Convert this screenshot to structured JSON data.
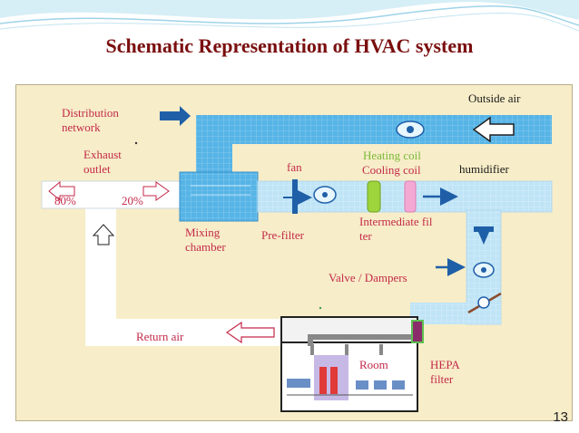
{
  "title": "Schematic Representation of HVAC system",
  "labels": {
    "outside_air": "Outside air",
    "distribution_network": "Distribution network",
    "exhaust_outlet": "Exhaust outlet",
    "fan": "fan",
    "heating_coil": "Heating coil",
    "cooling_coil": "Cooling coil",
    "humidifier": "humidifier",
    "pct_80": "80%",
    "pct_20": "20%",
    "mixing_chamber": "Mixing chamber",
    "pre_filter": "Pre-filter",
    "intermediate_filter": "Intermediate filter",
    "valve_dampers": "Valve / Dampers",
    "return_air": "Return air",
    "room": "Room",
    "hepa_filter": "HEPA filter"
  },
  "page_number": "13",
  "colors": {
    "title": "#7a0e0e",
    "duct": "#5db8e8",
    "duct_light": "#c6e8f8",
    "panel_bg": "#f7edc8",
    "label_red": "#c42a4a",
    "label_green": "#7bb93a"
  }
}
